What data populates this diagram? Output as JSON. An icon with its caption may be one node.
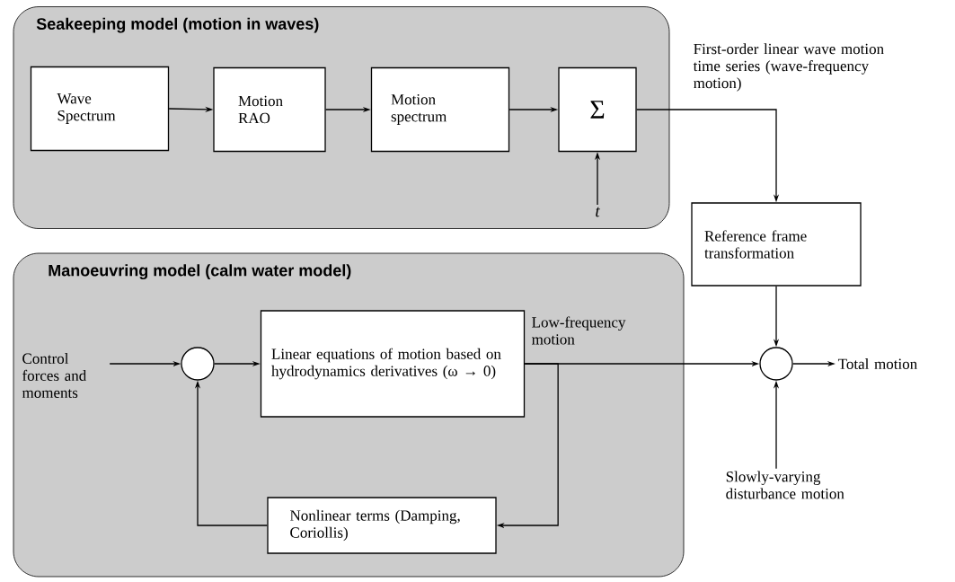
{
  "diagram": {
    "nodes": [
      {
        "text": [
          "Seakeeping model (motion in waves)"
        ]
      },
      {
        "text": [
          "Wave Spectrum"
        ],
        "in": 0
      },
      {
        "text": [
          "Motion RAO"
        ],
        "in": 0
      },
      {
        "text": [
          "Motion spectrum"
        ],
        "in": 0
      },
      {
        "text": [
          "Σ"
        ],
        "in": 0
      },
      {
        "text": [
          "t"
        ],
        "in": 0
      },
      {
        "text": [
          "Reference frame transformation"
        ]
      },
      {
        "text": [
          "Manoeuvring model (calm water model)"
        ]
      },
      {
        "text": [
          "Control forces and moments"
        ],
        "in": 7
      },
      {
        "text": [],
        "shape": "circle",
        "in": 7
      },
      {
        "text": [
          "Linear equations of motion based on hydrodynamics derivatives (ω → 0)"
        ],
        "in": 7
      },
      {
        "text": [
          "Nonlinear terms (Damping, Coriollis)"
        ],
        "in": 7
      },
      {
        "text": [],
        "shape": "circle"
      },
      {
        "text": [
          "Total motion"
        ]
      },
      {
        "text": [
          "Slowly-varying disturbance motion"
        ]
      }
    ],
    "edges": [
      {
        "from": 1,
        "to": 2,
        "arrow": "to"
      },
      {
        "from": 2,
        "to": 3,
        "arrow": "to"
      },
      {
        "from": 3,
        "to": 4,
        "arrow": "to"
      },
      {
        "from": 5,
        "to": 4,
        "arrow": "to"
      },
      {
        "from": 4,
        "to": 6,
        "arrow": "to",
        "label": "First-order linear wave motion time series (wave-frequency motion)"
      },
      {
        "from": 8,
        "to": 9,
        "arrow": "to"
      },
      {
        "from": 9,
        "to": 10,
        "arrow": "to"
      },
      {
        "from": 10,
        "to": 12,
        "arrow": "to",
        "label": "Low-frequency motion"
      },
      {
        "from": 10,
        "to": 11,
        "arrow": "to"
      },
      {
        "from": 11,
        "to": 9,
        "arrow": "to"
      },
      {
        "from": 6,
        "to": 12,
        "arrow": "to"
      },
      {
        "from": 12,
        "to": 13,
        "arrow": "to"
      },
      {
        "from": 14,
        "to": 12,
        "arrow": "to"
      }
    ]
  }
}
